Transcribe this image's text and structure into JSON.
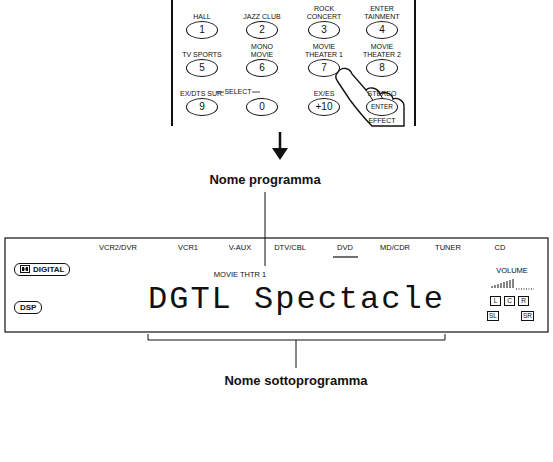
{
  "diagram": {
    "nodes": [
      {
        "text": [
          "HALL",
          "1"
        ]
      },
      {
        "text": [
          "JAZZ CLUB",
          "2"
        ]
      },
      {
        "text": [
          "ROCK CONCERT",
          "3"
        ]
      },
      {
        "text": [
          "ENTER TAINMENT",
          "4"
        ]
      },
      {
        "text": [
          "TV SPORTS",
          "5"
        ]
      },
      {
        "text": [
          "MONO MOVIE",
          "6"
        ]
      },
      {
        "text": [
          "MOVIE THEATER 1",
          "7"
        ]
      },
      {
        "text": [
          "MOVIE THEATER 2",
          "8"
        ]
      },
      {
        "text": [
          "EX/DTS SUR.",
          "9"
        ]
      },
      {
        "text": [
          "0"
        ]
      },
      {
        "text": [
          "EX/ES",
          "+10"
        ]
      },
      {
        "text": [
          "STEREO",
          "ENTER",
          "EFFECT"
        ]
      },
      {
        "text": [
          "VCR2/DVR",
          "VCR1",
          "V-AUX",
          "DTV/CBL",
          "DVD",
          "MD/CDR",
          "TUNER",
          "CD",
          "MOVIE THTR 1",
          "DGTL Spectacle",
          "VOLUME"
        ]
      },
      {
        "text": [
          "DIGITAL"
        ],
        "in": 12
      },
      {
        "text": [
          "DSP"
        ],
        "in": 12
      },
      {
        "text": [
          "L"
        ],
        "in": 12
      },
      {
        "text": [
          "C"
        ],
        "in": 12
      },
      {
        "text": [
          "R"
        ],
        "in": 12
      },
      {
        "text": [
          "SL"
        ],
        "in": 12
      },
      {
        "text": [
          "SR"
        ],
        "in": 12
      }
    ],
    "labels": [
      "SELECT",
      "Nome programma",
      "Nome sottoprogramma"
    ]
  }
}
